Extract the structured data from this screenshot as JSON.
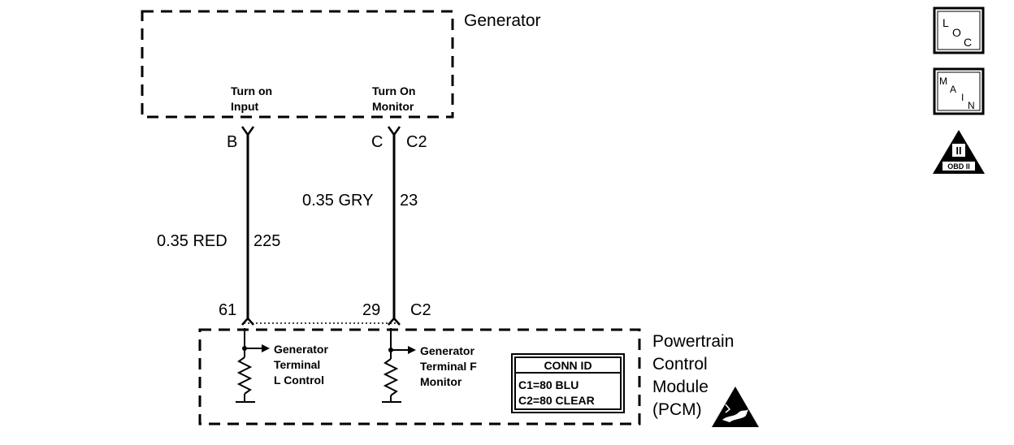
{
  "generator": {
    "title": "Generator",
    "pin_turn_on_input": {
      "line1": "Turn on",
      "line2": "Input"
    },
    "pin_turn_on_monitor": {
      "line1": "Turn On",
      "line2": "Monitor"
    }
  },
  "connectors": {
    "generator_side_left_pin": "B",
    "generator_side_right_pin": "C",
    "generator_side_right_conn": "C2",
    "pcm_side_left_pin": "61",
    "pcm_side_right_pin": "29",
    "pcm_side_conn": "C2"
  },
  "wires": {
    "left": {
      "gauge_color": "0.35 RED",
      "circuit": "225"
    },
    "right": {
      "gauge_color": "0.35 GRY",
      "circuit": "23"
    }
  },
  "pcm": {
    "title_line1": "Powertrain",
    "title_line2": "Control",
    "title_line3": "Module",
    "title_line4": "(PCM)",
    "left_circuit": {
      "line1": "Generator",
      "line2": "Terminal",
      "line3": "L Control"
    },
    "right_circuit": {
      "line1": "Generator",
      "line2": "Terminal F",
      "line3": "Monitor"
    },
    "conn_id": {
      "header": "CONN ID",
      "row1": "C1=80 BLU",
      "row2": "C2=80 CLEAR"
    }
  },
  "side_icons": {
    "loc": {
      "l1": "L",
      "l2": "O",
      "l3": "C"
    },
    "main": {
      "l1": "M",
      "l2": "A",
      "l3": "I",
      "l4": "N"
    },
    "obd": {
      "numeral": "II",
      "label": "OBD II"
    }
  }
}
